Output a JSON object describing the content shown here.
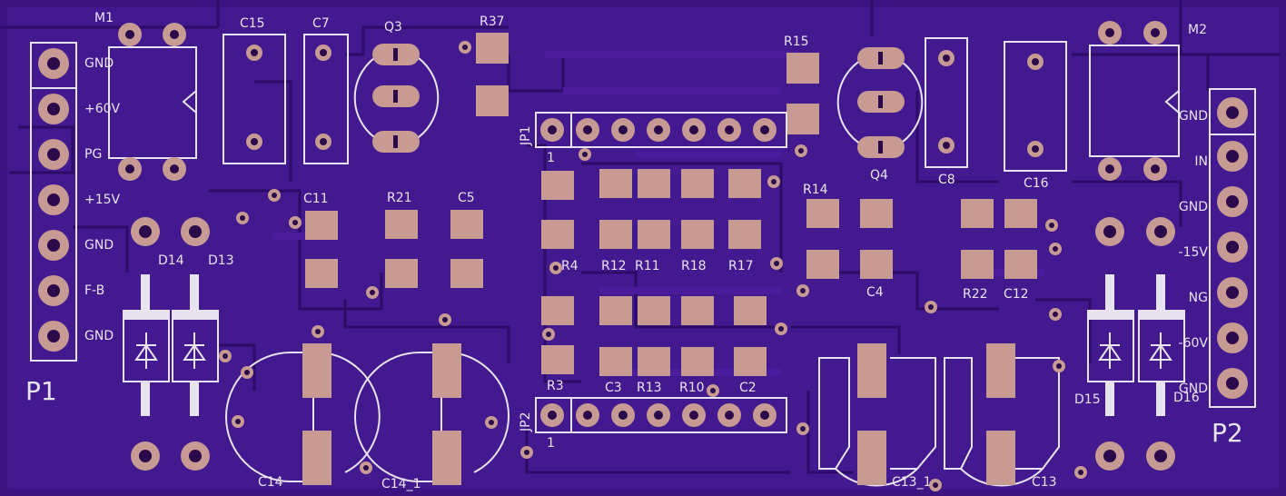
{
  "colors": {
    "board": "#3b1482",
    "copper_dark": "#2c0c66",
    "trace": "#4a1c9c",
    "pad": "#c79a93",
    "hole": "#2a0a4a",
    "silk": "#e8e3f0"
  },
  "connectors": {
    "p1": {
      "name": "P1",
      "pins": [
        "GND",
        "+60V",
        "PG",
        "+15V",
        "GND",
        "F-B",
        "GND"
      ]
    },
    "p2": {
      "name": "P2",
      "pins": [
        "GND",
        "IN",
        "GND",
        "-15V",
        "NG",
        "-60V",
        "GND"
      ]
    },
    "jp1": {
      "name": "JP1",
      "pin1": "1"
    },
    "jp2": {
      "name": "JP2",
      "pin1": "1"
    }
  },
  "labels": {
    "m1": "M1",
    "m2": "M2",
    "c15": "C15",
    "c7": "C7",
    "q3": "Q3",
    "r37": "R37",
    "r15": "R15",
    "q4": "Q4",
    "c8": "C8",
    "c16": "C16",
    "c11": "C11",
    "r21": "R21",
    "c5": "C5",
    "d14": "D14",
    "d13": "D13",
    "d15": "D15",
    "d16": "D16",
    "r4": "R4",
    "r12": "R12",
    "r11": "R11",
    "r18": "R18",
    "r17": "R17",
    "r14": "R14",
    "c4": "C4",
    "r22": "R22",
    "c12": "C12",
    "r3": "R3",
    "c3": "C3",
    "r13": "R13",
    "r10": "R10",
    "c2": "C2",
    "c14": "C14",
    "c14_1": "C14_1",
    "c13_1": "C13_1",
    "c13": "C13"
  }
}
